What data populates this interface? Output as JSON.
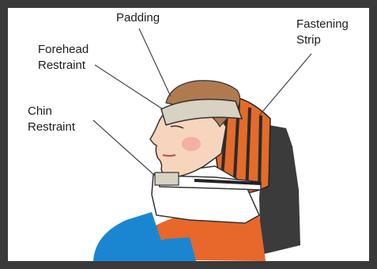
{
  "figure": {
    "labels": {
      "padding": "Padding",
      "forehead_line1": "Forehead",
      "forehead_line2": "Restraint",
      "chin_line1": "Chin",
      "chin_line2": "Restraint",
      "fastening_line1": "Fastening",
      "fastening_line2": "Strip"
    },
    "colors": {
      "frame": "#3a3a3a",
      "skin": "#f7d5bd",
      "hair": "#b07a4f",
      "padding": "#d8d2c2",
      "board_orange": "#e46b2a",
      "board_dark": "#3b3b3b",
      "collar": "#ffffff",
      "shirt_blue": "#1a86d2",
      "shoulder_orange": "#e8672a"
    }
  }
}
